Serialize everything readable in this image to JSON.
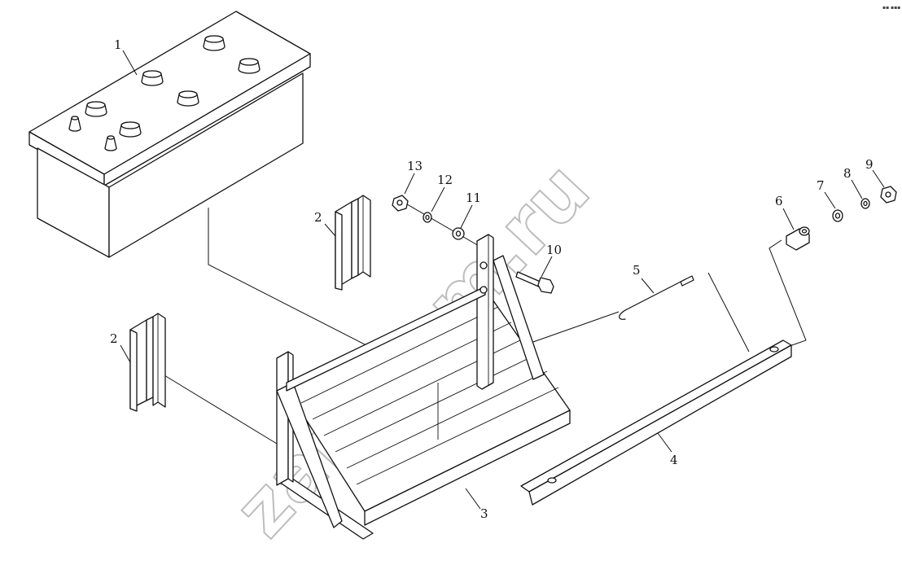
{
  "watermark": "zap-kam.ru",
  "corner_mark": "▪▪ ▪▪▪",
  "callouts": {
    "battery": "1",
    "bracket_a": "2",
    "bracket_b": "2",
    "tray": "3",
    "bar": "4",
    "hook_rod": "5",
    "bushing": "6",
    "washer_7": "7",
    "washer_8": "8",
    "nut_9": "9",
    "bolt": "10",
    "washer_11": "11",
    "washer_12": "12",
    "nut_13": "13"
  }
}
